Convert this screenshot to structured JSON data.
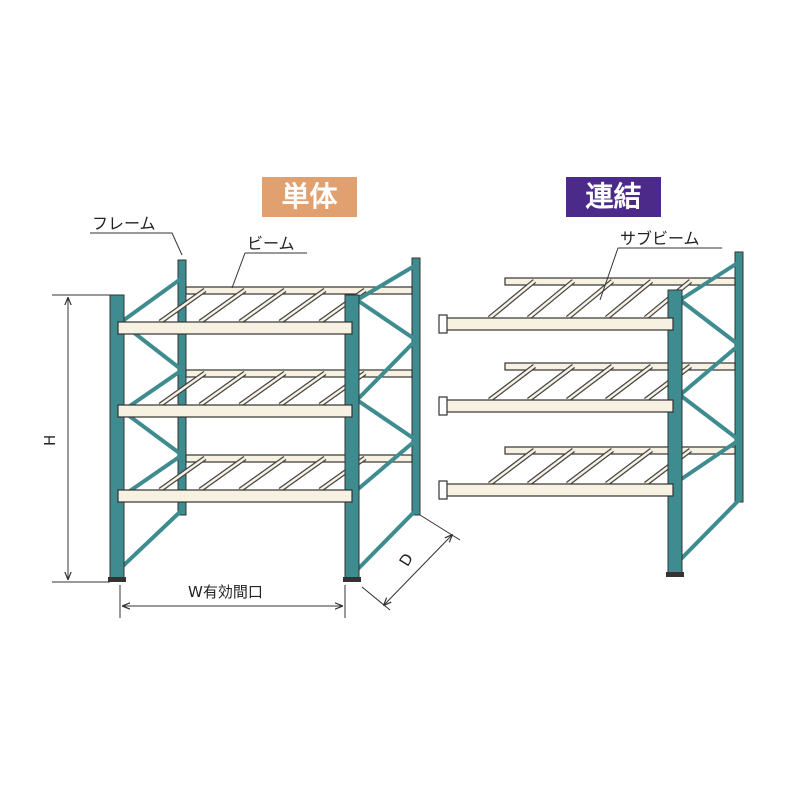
{
  "labels": {
    "single_title": "単体",
    "linked_title": "連結",
    "frame": "フレーム",
    "beam": "ビーム",
    "sub_beam": "サブビーム",
    "height": "H",
    "width": "W有効間口",
    "depth": "D"
  },
  "colors": {
    "single_badge": "#E0A070",
    "linked_badge": "#4B2A8A",
    "upright": "#3E8C8F",
    "beam": "#F7F1E2",
    "outline": "#333333"
  }
}
